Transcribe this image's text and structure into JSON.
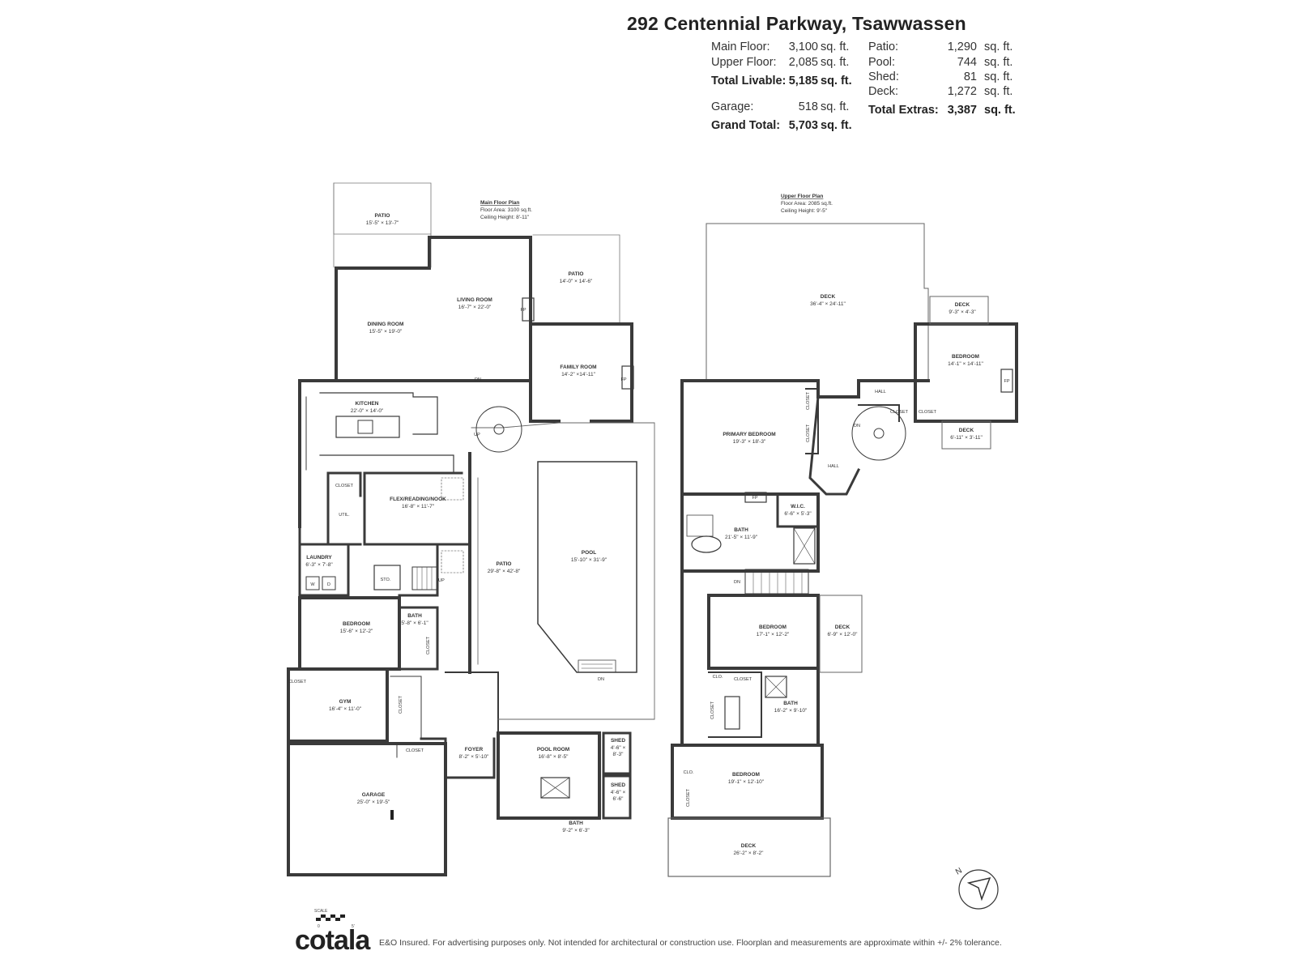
{
  "header": {
    "address": "292 Centennial Parkway, Tsawwassen"
  },
  "stats_left": [
    {
      "label": "Main Floor:",
      "value": "3,100",
      "unit": "sq. ft."
    },
    {
      "label": "Upper Floor:",
      "value": "2,085",
      "unit": "sq. ft."
    },
    {
      "label": "Total Livable:",
      "value": "5,185",
      "unit": "sq. ft."
    },
    {
      "label": "Garage:",
      "value": "518",
      "unit": "sq. ft."
    },
    {
      "label": "Grand Total:",
      "value": "5,703",
      "unit": "sq. ft."
    }
  ],
  "stats_right": [
    {
      "label": "Patio:",
      "value": "1,290",
      "unit": "sq. ft."
    },
    {
      "label": "Pool:",
      "value": "744",
      "unit": "sq. ft."
    },
    {
      "label": "Shed:",
      "value": "81",
      "unit": "sq. ft."
    },
    {
      "label": "Deck:",
      "value": "1,272",
      "unit": "sq. ft."
    },
    {
      "label": "Total Extras:",
      "value": "3,387",
      "unit": "sq. ft."
    }
  ],
  "main_floor": {
    "title": "Main Floor Plan",
    "area": "Floor Area: 3100 sq.ft.",
    "ceiling": "Ceiling Height: 8'-11\""
  },
  "upper_floor": {
    "title": "Upper Floor Plan",
    "area": "Floor Area: 2085 sq.ft.",
    "ceiling": "Ceiling Height: 9'-5\""
  },
  "rooms_main": [
    {
      "name": "PATIO",
      "dims": "15'-5\" × 13'-7\""
    },
    {
      "name": "LIVING ROOM",
      "dims": "16'-7\" × 22'-0\""
    },
    {
      "name": "DINING ROOM",
      "dims": "15'-5\" × 19'-0\""
    },
    {
      "name": "PATIO",
      "dims": "14'-0\" × 14'-6\""
    },
    {
      "name": "FAMILY ROOM",
      "dims": "14'-2\" ×14'-11\""
    },
    {
      "name": "KITCHEN",
      "dims": "22'-0\" × 14'-0\""
    },
    {
      "name": "FLEX/READING/NOOK",
      "dims": "16'-8\" × 11'-7\""
    },
    {
      "name": "POOL",
      "dims": "15'-10\" × 31'-9\""
    },
    {
      "name": "PATIO",
      "dims": "29'-8\" × 42'-8\""
    },
    {
      "name": "LAUNDRY",
      "dims": "6'-3\" × 7'-8\""
    },
    {
      "name": "BEDROOM",
      "dims": "15'-6\" × 12'-2\""
    },
    {
      "name": "BATH",
      "dims": "5'-8\" × 6'-1\""
    },
    {
      "name": "GYM",
      "dims": "16'-4\" × 11'-0\""
    },
    {
      "name": "GARAGE",
      "dims": "25'-0\" × 19'-5\""
    },
    {
      "name": "FOYER",
      "dims": "8'-2\" × 5'-10\""
    },
    {
      "name": "POOL ROOM",
      "dims": "16'-8\" × 8'-5\""
    },
    {
      "name": "BATH",
      "dims": "9'-2\" × 6'-3\""
    },
    {
      "name": "SHED",
      "dims": "4'-6\" ×\n8'-3\""
    },
    {
      "name": "SHED",
      "dims": "4'-6\" ×\n6'-6\""
    }
  ],
  "rooms_upper": [
    {
      "name": "DECK",
      "dims": "36'-4\" × 24'-11\""
    },
    {
      "name": "DECK",
      "dims": "9'-3\" × 4'-3\""
    },
    {
      "name": "BEDROOM",
      "dims": "14'-1\" × 14'-11\""
    },
    {
      "name": "DECK",
      "dims": "6'-11\" × 3'-11\""
    },
    {
      "name": "PRIMARY BEDROOM",
      "dims": "19'-3\" × 18'-3\""
    },
    {
      "name": "W.I.C.",
      "dims": "6'-6\" × 5'-3\""
    },
    {
      "name": "BATH",
      "dims": "21'-5\" × 11'-9\""
    },
    {
      "name": "BEDROOM",
      "dims": "17'-1\" × 12'-2\""
    },
    {
      "name": "DECK",
      "dims": "6'-9\" × 12'-0\""
    },
    {
      "name": "BATH",
      "dims": "16'-2\" × 9'-10\""
    },
    {
      "name": "BEDROOM",
      "dims": "19'-1\" × 12'-10\""
    },
    {
      "name": "DECK",
      "dims": "26'-2\" × 8'-2\""
    }
  ],
  "small_labels": {
    "closet": "CLOSET",
    "clo": "CLO.",
    "util": "UTIL.",
    "sto": "STO.",
    "hall": "HALL",
    "fp": "FP",
    "dn": "DN",
    "up": "UP",
    "washer": "W",
    "dryer": "D"
  },
  "scale": {
    "label": "SCALE",
    "min": "0",
    "max": "5'"
  },
  "footer": {
    "logo": "cotala",
    "disclaimer": "E&O Insured. For advertising purposes only. Not intended for architectural or construction use. Floorplan and measurements are approximate within +/- 2% tolerance."
  },
  "compass": {
    "label": "N"
  }
}
